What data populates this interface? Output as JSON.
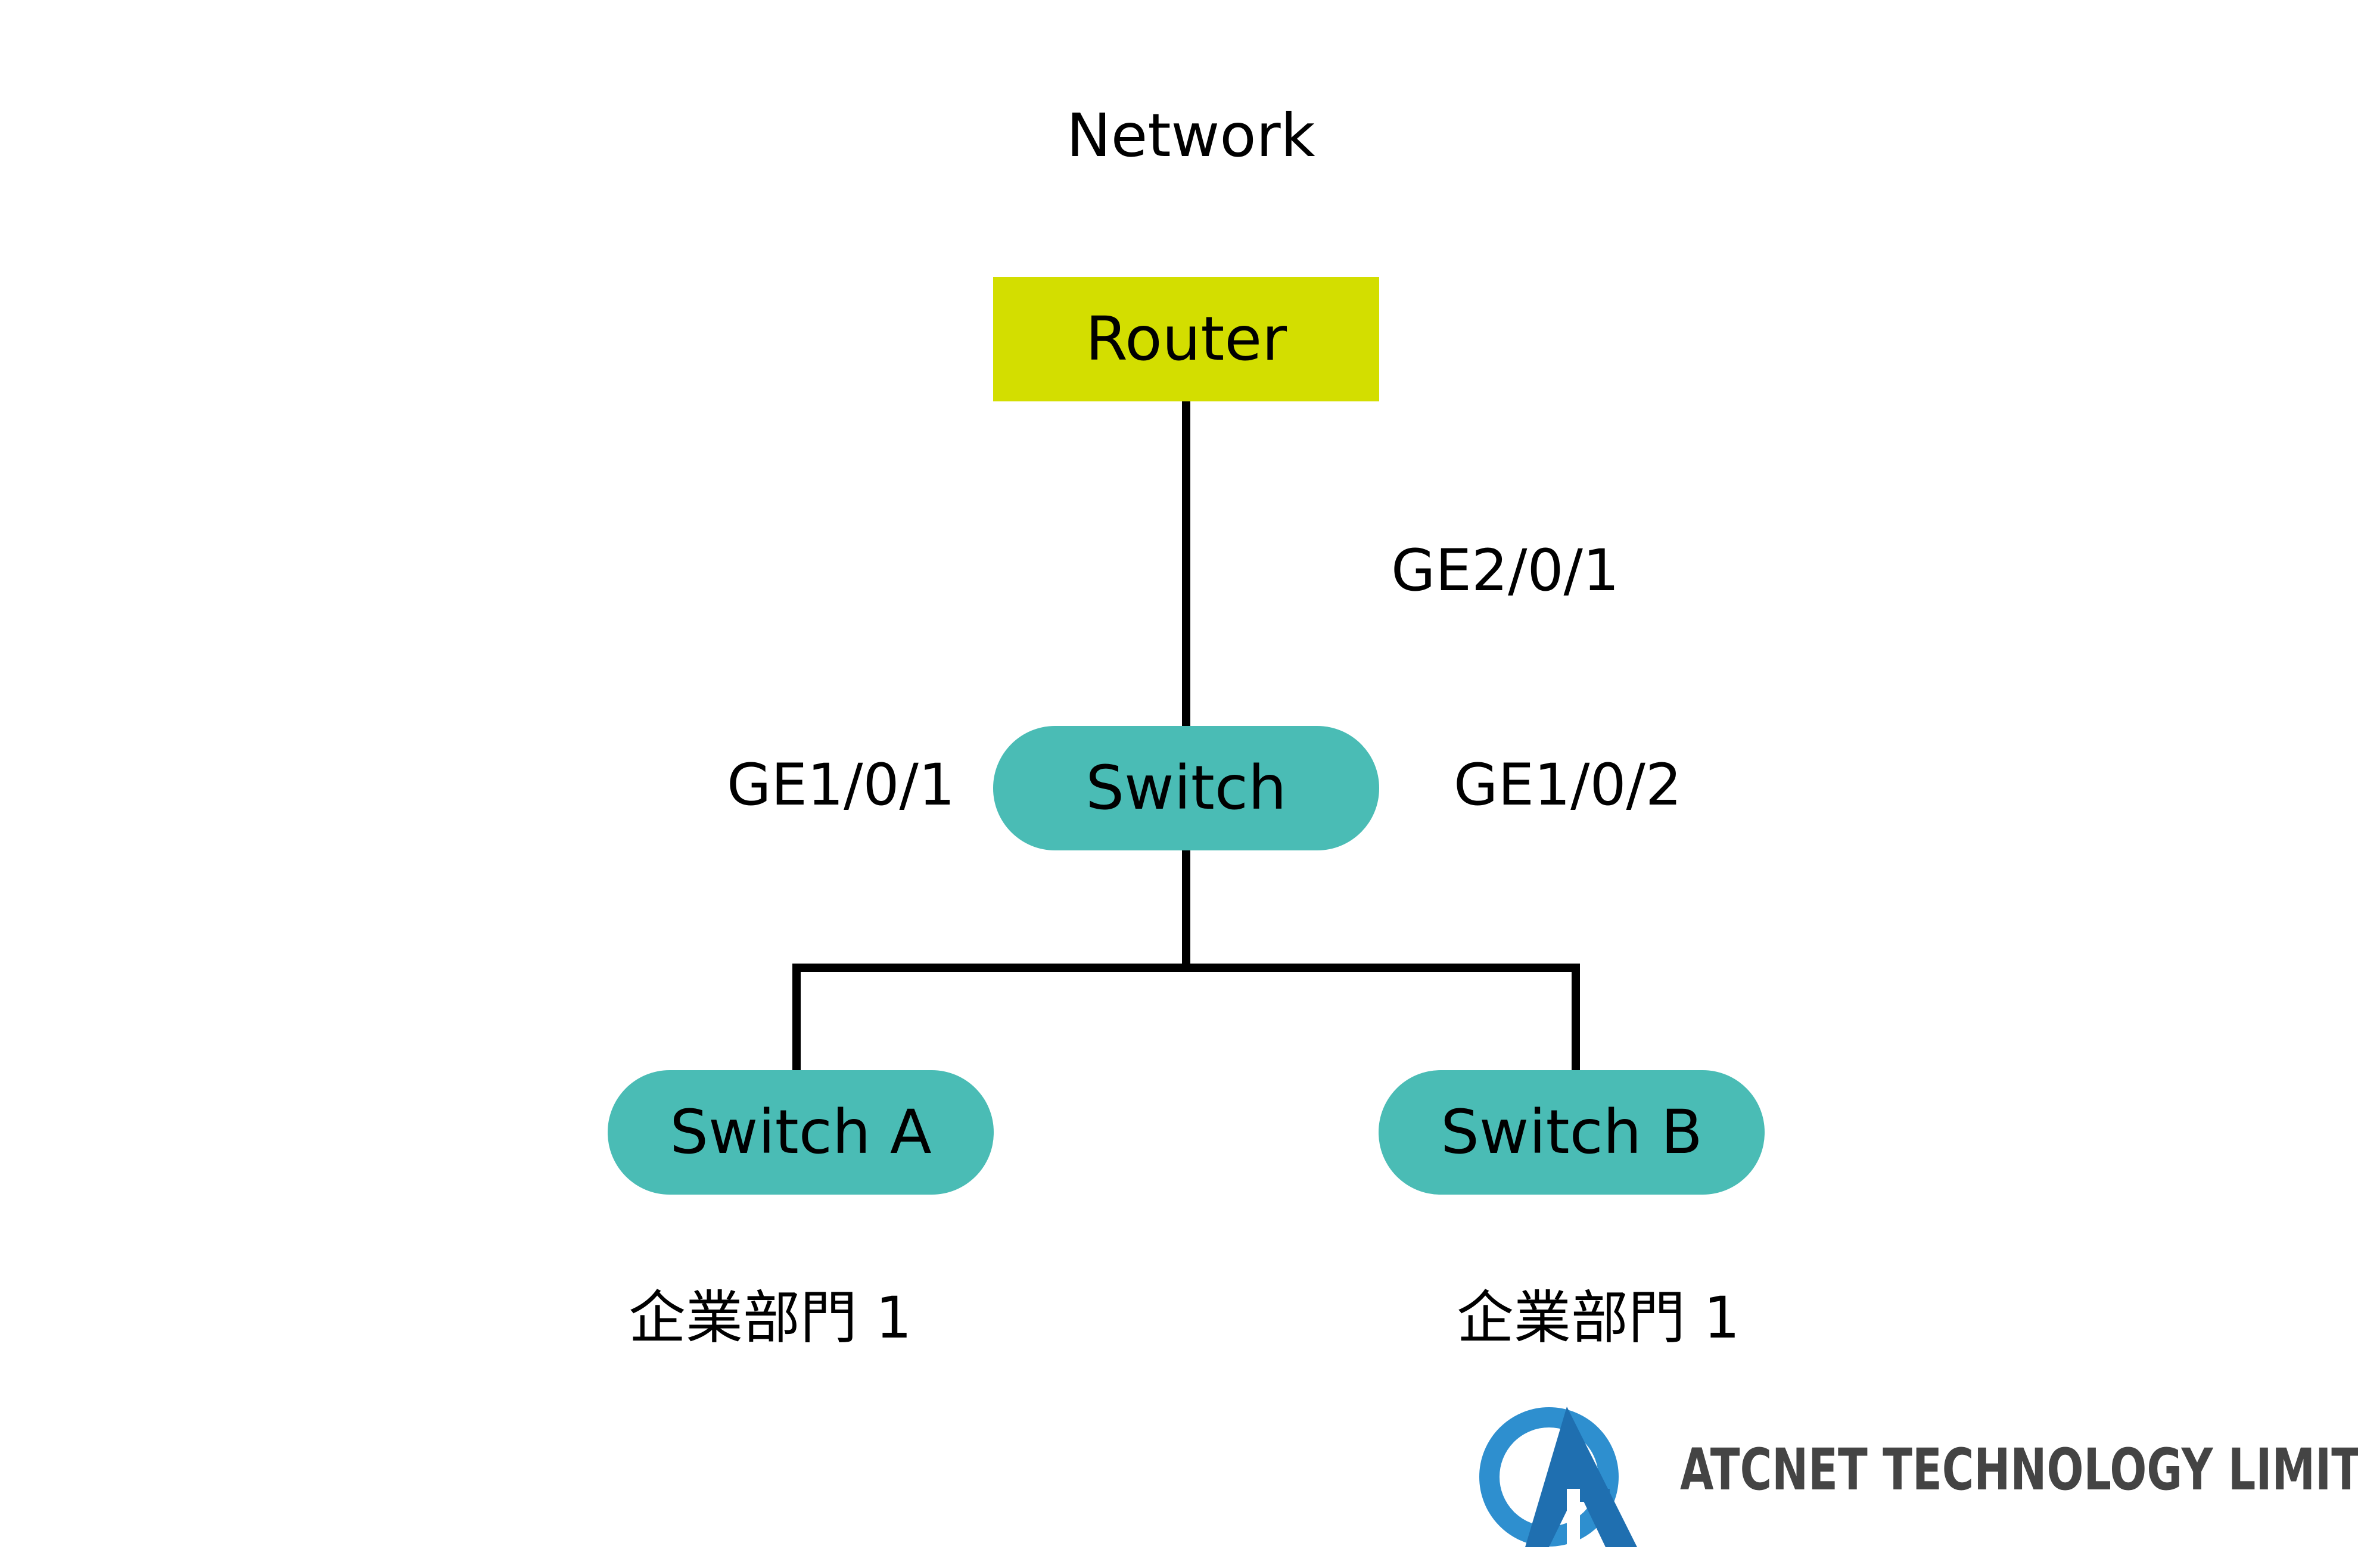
{
  "diagram": {
    "title": "Network",
    "nodes": {
      "router": "Router",
      "switch_main": "Switch",
      "switch_a": "Switch A",
      "switch_b": "Switch B"
    },
    "ports": {
      "router_uplink": "GE2/0/1",
      "switch_left": "GE1/0/1",
      "switch_right": "GE1/0/2"
    },
    "departments": {
      "a": "企業部門 1",
      "b": "企業部門 1"
    }
  },
  "colors": {
    "router_fill": "#d3de00",
    "switch_fill": "#4abcb5",
    "line": "#000000",
    "logo_blue": "#2e8fcf",
    "logo_text": "#444444"
  },
  "branding": {
    "company_name": "ATCNET TECHNOLOGY LIMITED",
    "logo_icon": "atcnet-logo-icon"
  }
}
